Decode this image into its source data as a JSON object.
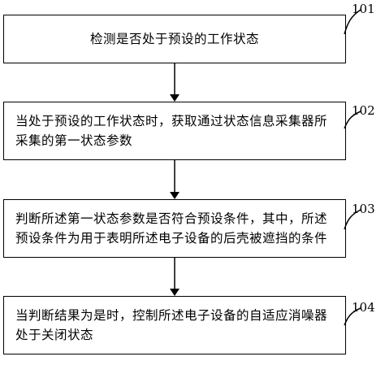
{
  "diagram": {
    "colors": {
      "stroke": "#000000",
      "background": "#ffffff"
    },
    "steps": [
      {
        "id": "101",
        "ref_label": "101",
        "lines": [
          "检测是否处于预设的工作状态"
        ]
      },
      {
        "id": "102",
        "ref_label": "102",
        "lines": [
          "当处于预设的工作状态时，获取通过状态信息采集器所",
          "采集的第一状态参数"
        ]
      },
      {
        "id": "103",
        "ref_label": "103",
        "lines": [
          "判断所述第一状态参数是否符合预设条件，其中，所述",
          "预设条件为用于表明所述电子设备的后壳被遮挡的条件"
        ]
      },
      {
        "id": "104",
        "ref_label": "104",
        "lines": [
          "当判断结果为是时，控制所述电子设备的自适应消噪器",
          "处于关闭状态"
        ]
      }
    ]
  }
}
